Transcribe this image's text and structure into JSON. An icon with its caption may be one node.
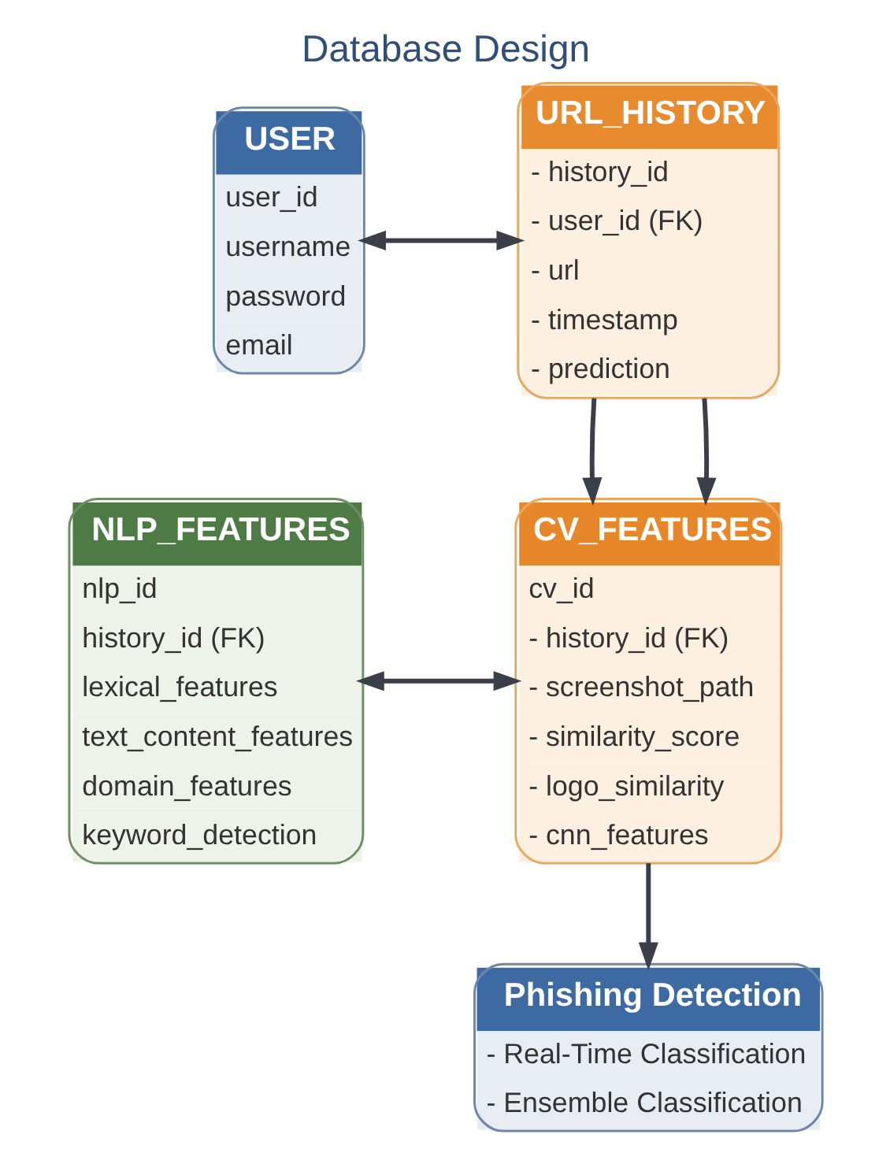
{
  "diagram": {
    "title": "Database Design",
    "nodes": [
      {
        "text": [
          "USER",
          "user_id",
          "username",
          "password",
          "email"
        ]
      },
      {
        "text": [
          "URL_HISTORY",
          "- history_id",
          "- user_id (FK)",
          "- url",
          "- timestamp",
          "- prediction"
        ]
      },
      {
        "text": [
          "NLP_FEATURES",
          "nlp_id",
          "history_id (FK)",
          "lexical_features",
          "text_content_features",
          "domain_features",
          "keyword_detection"
        ]
      },
      {
        "text": [
          "CV_FEATURES",
          "cv_id",
          "- history_id (FK)",
          "- screenshot_path",
          "- similarity_score",
          "- logo_similarity",
          "- cnn_features"
        ]
      },
      {
        "text": [
          "Phishing Detection",
          "- Real-Time Classification",
          "- Ensemble Classification"
        ]
      }
    ],
    "edges": [
      {
        "from": 0,
        "to": 1,
        "arrow": "both"
      },
      {
        "from": 2,
        "to": 3,
        "arrow": "both"
      },
      {
        "from": 1,
        "to": 3,
        "arrow": "to"
      },
      {
        "from": 1,
        "to": 3,
        "arrow": "to"
      },
      {
        "from": 3,
        "to": 4,
        "arrow": "to"
      }
    ]
  }
}
